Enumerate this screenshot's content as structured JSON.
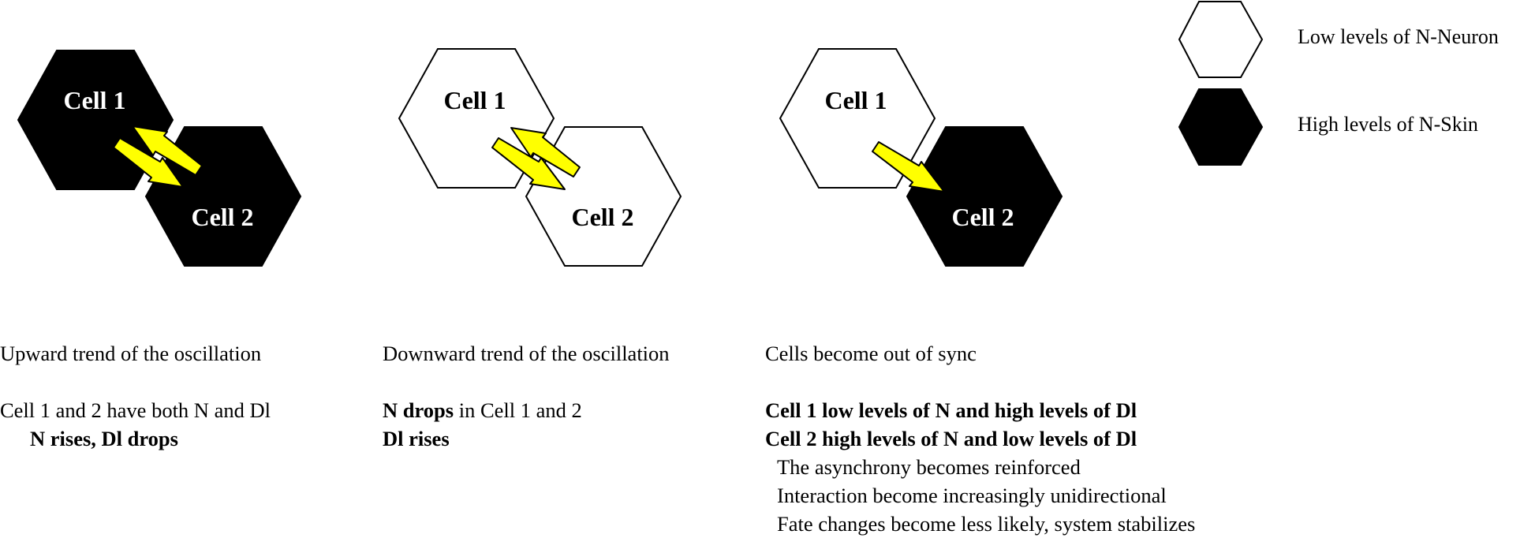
{
  "colors": {
    "fill_high": "#000000",
    "fill_low": "#ffffff",
    "arrow": "#ffff00",
    "outline": "#000000"
  },
  "panels": [
    {
      "cell1": {
        "label": "Cell 1",
        "state": "high"
      },
      "cell2": {
        "label": "Cell 2",
        "state": "high"
      },
      "arrows": "bidirectional",
      "title": "Upward trend of the oscillation",
      "line1": "Cell 1 and 2 have both N and Dl",
      "line2": "N rises, Dl drops"
    },
    {
      "cell1": {
        "label": "Cell 1",
        "state": "low"
      },
      "cell2": {
        "label": "Cell 2",
        "state": "low"
      },
      "arrows": "bidirectional",
      "title": "Downward trend of the oscillation",
      "line1_bold": "N drops",
      "line1_rest": " in Cell 1 and 2",
      "line2": "Dl rises"
    },
    {
      "cell1": {
        "label": "Cell 1",
        "state": "low"
      },
      "cell2": {
        "label": "Cell 2",
        "state": "high"
      },
      "arrows": "cell1-to-cell2",
      "title": "Cells become out of sync",
      "line1": "Cell 1 low levels of N and high levels of Dl",
      "line2": "Cell 2 high levels of N and low levels of Dl",
      "line3": "The asynchrony becomes reinforced",
      "line4": "Interaction become increasingly unidirectional",
      "line5": "Fate changes become less likely, system stabilizes"
    }
  ],
  "legend": {
    "low": "Low levels of N-Neuron",
    "high": "High levels of N-Skin"
  }
}
